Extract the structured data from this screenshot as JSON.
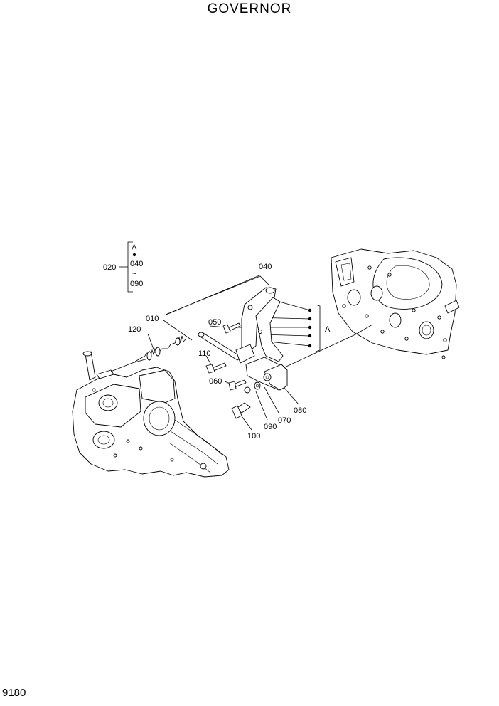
{
  "title": "GOVERNOR",
  "page_number": "9180",
  "legend": {
    "ref": "020",
    "top": "A",
    "mid": "040",
    "tilde": "~",
    "bottom": "090"
  },
  "group_label": "A",
  "callouts": {
    "c040": "040",
    "c010": "010",
    "c120": "120",
    "c050": "050",
    "c110": "110",
    "c060": "060",
    "c080": "080",
    "c070": "070",
    "c090": "090",
    "c100": "100"
  }
}
